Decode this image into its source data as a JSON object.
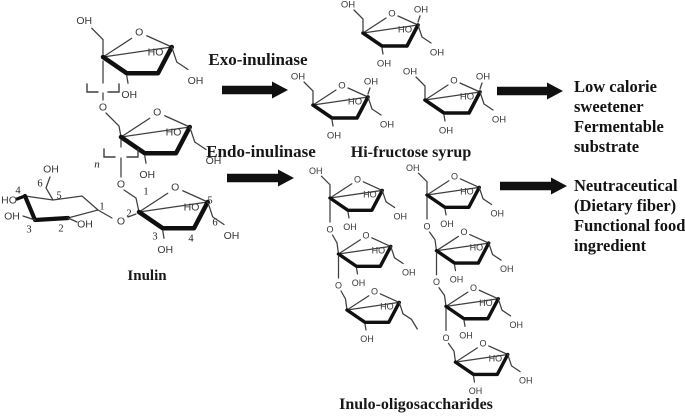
{
  "substrate": {
    "label": "Inulin",
    "repeat_subscript": "n"
  },
  "enzymes": {
    "exo": "Exo-inulinase",
    "endo": "Endo-inulinase"
  },
  "products": {
    "hi_fructose_syrup": {
      "label": "Hi-fructose syrup",
      "applications": [
        "Low calorie",
        "sweetener",
        "Fermentable",
        "substrate"
      ]
    },
    "inulo_oligosaccharides": {
      "label": "Inulo-oligosaccharides",
      "applications": [
        "Neutraceutical",
        "(Dietary fiber)",
        "Functional food",
        "ingredient"
      ]
    }
  },
  "atoms": {
    "hydroxyl": "OH",
    "hydroxyl_reversed": "HO",
    "oxygen": "O"
  },
  "glucose_ring_numbers": [
    "1",
    "2",
    "3",
    "4",
    "5",
    "6"
  ],
  "fructose_ring_numbers": [
    "1",
    "2",
    "3",
    "4",
    "5",
    "6"
  ],
  "structure_counts": {
    "inulin_fructose_units": 3,
    "inulin_glucose_units": 1,
    "hi_fructose_molecules": 3,
    "oligo_chain_left_units": 3,
    "oligo_chain_right_units": 4
  },
  "colors": {
    "ink": "#101010",
    "bond": "#3f3f3f",
    "atom_text": "#383838",
    "background": "#ffffff"
  }
}
